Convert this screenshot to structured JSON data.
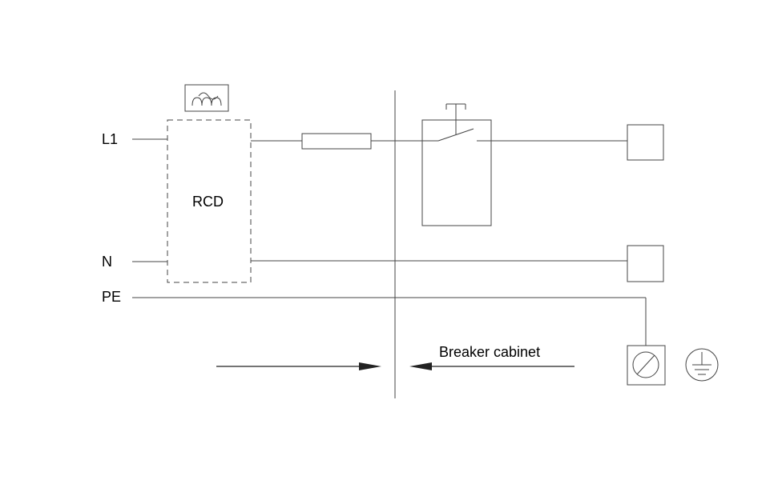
{
  "labels": {
    "l1": "L1",
    "n": "N",
    "pe": "PE",
    "rcd": "RCD",
    "breaker_cabinet": "Breaker cabinet"
  },
  "icons": {
    "rcd_test": "waveform-icon",
    "circuit_breaker": "breaker-switch-icon",
    "fuse": "fuse-icon",
    "earth": "earth-ground-icon",
    "earth_terminal": "earth-terminal-icon"
  },
  "colors": {
    "line": "#444444",
    "text": "#000000",
    "background": "#ffffff"
  }
}
